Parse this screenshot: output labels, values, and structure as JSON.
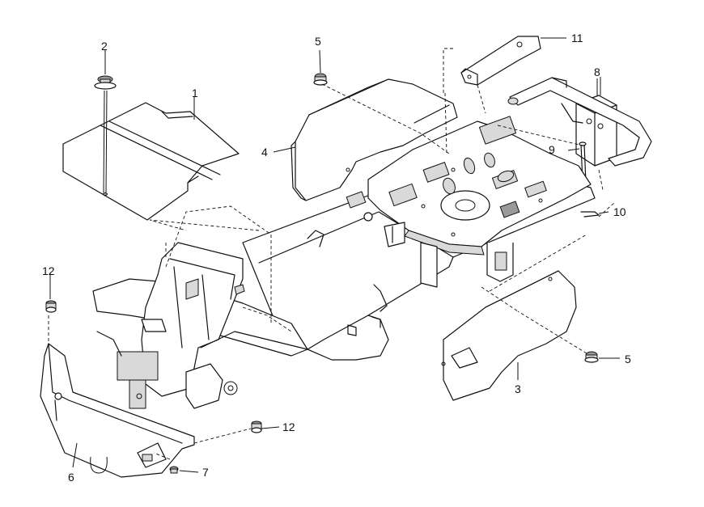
{
  "callouts": [
    {
      "id": "c1",
      "label": "1"
    },
    {
      "id": "c2",
      "label": "2"
    },
    {
      "id": "c3",
      "label": "3"
    },
    {
      "id": "c4",
      "label": "4"
    },
    {
      "id": "c5a",
      "label": "5"
    },
    {
      "id": "c5b",
      "label": "5"
    },
    {
      "id": "c6",
      "label": "6"
    },
    {
      "id": "c7",
      "label": "7"
    },
    {
      "id": "c8",
      "label": "8"
    },
    {
      "id": "c9",
      "label": "9"
    },
    {
      "id": "c10",
      "label": "10"
    },
    {
      "id": "c11",
      "label": "11"
    },
    {
      "id": "c12a",
      "label": "12"
    },
    {
      "id": "c12b",
      "label": "12"
    }
  ]
}
